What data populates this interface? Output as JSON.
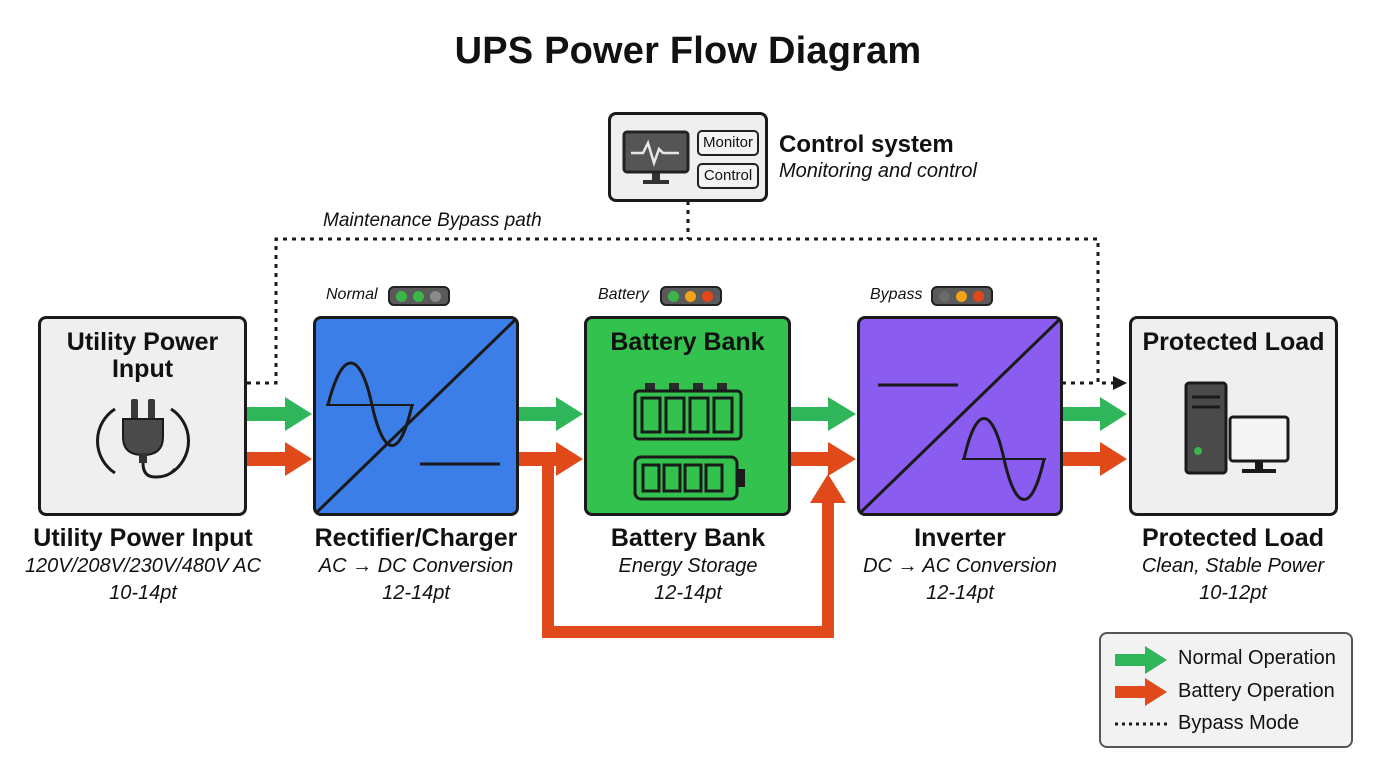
{
  "title": "UPS Power Flow Diagram",
  "control": {
    "title": "Control system",
    "subtitle": "Monitoring and control",
    "monitor_label": "Monitor",
    "control_label": "Control"
  },
  "bypass_path_label": "Maintenance Bypass path",
  "indicators": [
    {
      "label": "Normal",
      "lamps": [
        "#3cb54a",
        "#3cb54a",
        "#8a8a8a"
      ]
    },
    {
      "label": "Battery",
      "lamps": [
        "#3cb54a",
        "#f2a21b",
        "#e2471c"
      ]
    },
    {
      "label": "Bypass",
      "lamps": [
        "#6a6a6a",
        "#f2a21b",
        "#e2471c"
      ]
    }
  ],
  "blocks": {
    "utility": {
      "box_title": "Utility Power Input",
      "caption": "Utility Power Input",
      "sub1": "120V/208V/230V/480V AC",
      "sub2": "10-14pt",
      "color": "#efefef",
      "icon": "plug-icon"
    },
    "rectifier": {
      "caption": "Rectifier/Charger",
      "sub1": "AC → DC Conversion",
      "sub2": "12-14pt",
      "color": "#3b7ee8",
      "icon": "ac-to-dc-icon"
    },
    "battery": {
      "box_title": "Battery Bank",
      "caption": "Battery Bank",
      "sub1": "Energy Storage",
      "sub2": "12-14pt",
      "color": "#33c24d",
      "icon": "battery-icon"
    },
    "inverter": {
      "caption": "Inverter",
      "sub1": "DC → AC Conversion",
      "sub2": "12-14pt",
      "color": "#8b5cf0",
      "icon": "dc-to-ac-icon"
    },
    "load": {
      "box_title": "Protected Load",
      "caption": "Protected Load",
      "sub1": "Clean, Stable Power",
      "sub2": "10-12pt",
      "color": "#efefef",
      "icon": "computer-icon"
    }
  },
  "legend": {
    "normal": "Normal Operation",
    "battery": "Battery Operation",
    "bypass": "Bypass Mode"
  },
  "colors": {
    "normal_arrow": "#2fb55a",
    "battery_arrow": "#e04a1b",
    "outline": "#1a1a1a"
  }
}
